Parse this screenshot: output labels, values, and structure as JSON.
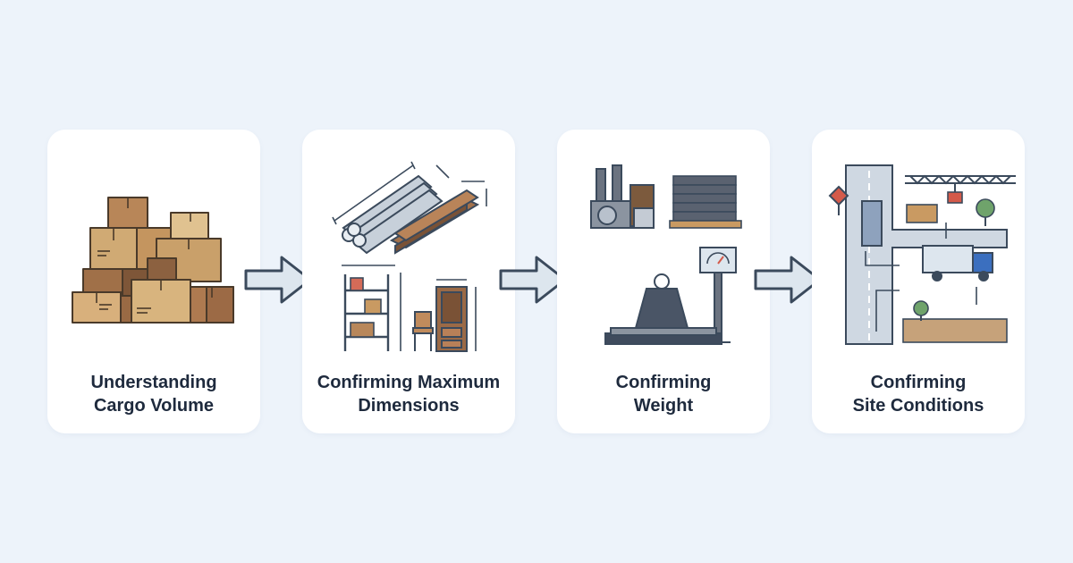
{
  "steps": [
    {
      "line1": "Understanding",
      "line2": "Cargo Volume",
      "icon": "cargo-boxes-icon"
    },
    {
      "line1": "Confirming Maximum",
      "line2": "Dimensions",
      "icon": "dimensions-measure-icon"
    },
    {
      "line1": "Confirming",
      "line2": "Weight",
      "icon": "weighing-scale-icon"
    },
    {
      "line1": "Confirming",
      "line2": "Site Conditions",
      "icon": "site-map-icon"
    }
  ],
  "colors": {
    "background": "#edf3fa",
    "card": "#ffffff",
    "arrow_fill": "#dde6ee",
    "arrow_stroke": "#3b4a5c",
    "text": "#1e2a3d"
  }
}
